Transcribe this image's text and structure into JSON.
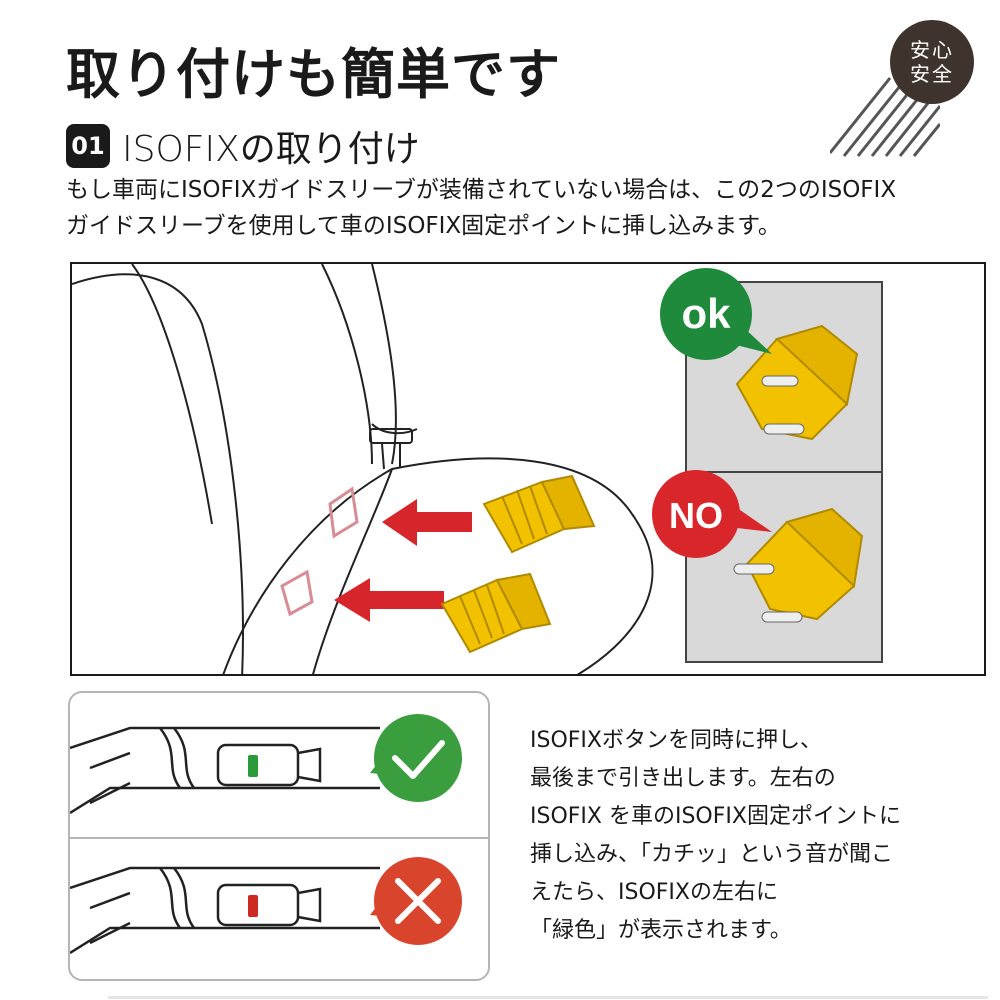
{
  "header": {
    "title": "取り付けも簡単です",
    "badge": [
      "安心",
      "安全"
    ]
  },
  "step": {
    "number": "01",
    "title": "ISOFIXの取り付け"
  },
  "description": [
    "もし車両にISOFIXガイドスリーブが装備されていない場合は、この2つのISOFIX",
    "ガイドスリーブを使用して車のISOFIX固定ポイントに挿し込みます。"
  ],
  "illustration": {
    "ok_label": "ok",
    "no_label": "NO"
  },
  "colors": {
    "ok_green": "#1f8a3c",
    "no_red": "#d9262b",
    "check_green": "#3a9e3f",
    "cross_red": "#d9452c",
    "sleeve_yellow": "#f2c200",
    "arrow_red": "#d6252b"
  },
  "instructions": [
    "ISOFIXボタンを同時に押し、",
    "最後まで引き出します。左右の",
    "ISOFIX を車のISOFIX固定ポイントに",
    "挿し込み、「カチッ」という音が聞こ",
    "えたら、ISOFIXの左右に",
    "「緑色」が表示されます。"
  ]
}
